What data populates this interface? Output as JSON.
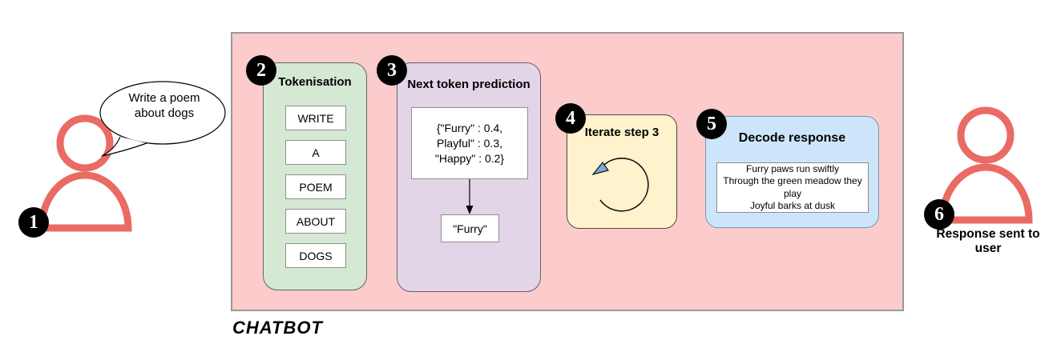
{
  "diagram_title": "CHATBOT",
  "colors": {
    "canvas_pink": "#fccbcb",
    "box_green": "#d5e8d4",
    "box_purple": "#e1d5e7",
    "box_yellow": "#fff2cc",
    "box_blue": "#cce5fb",
    "person_red": "#ea6b63",
    "badge_black": "#000000",
    "border_gray": "#999999",
    "arrowhead_blue": "#7ea9dc"
  },
  "user": {
    "badge": "1",
    "speech_bubble": "Write a poem about dogs"
  },
  "tokenisation": {
    "badge": "2",
    "title": "Tokenisation",
    "tokens": [
      "WRITE",
      "A",
      "POEM",
      "ABOUT",
      "DOGS"
    ]
  },
  "prediction": {
    "badge": "3",
    "title": "Next token prediction",
    "distribution_lines": [
      "{\"Furry\" : 0.4,",
      "Playful\" : 0.3,",
      "\"Happy\" : 0.2}"
    ],
    "selected_token": "\"Furry\""
  },
  "iterate": {
    "badge": "4",
    "title": "Iterate step 3"
  },
  "decode": {
    "badge": "5",
    "title": "Decode response",
    "poem_lines": [
      "Furry paws run swiftly",
      "Through the green meadow they play",
      "Joyful barks at dusk"
    ]
  },
  "response": {
    "badge": "6",
    "label": "Response sent to user"
  }
}
